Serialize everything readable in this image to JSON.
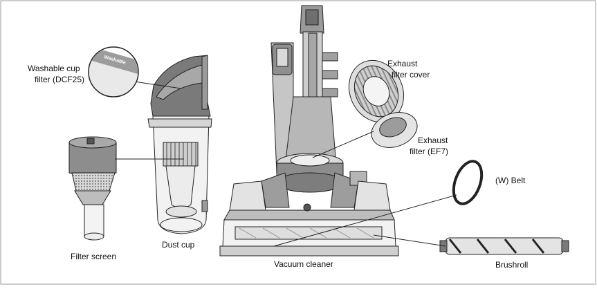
{
  "labels": {
    "washable_cup_filter": [
      "Washable cup",
      "filter (DCF25)"
    ],
    "washable_stamp": "Washable",
    "dust_cup": "Dust cup",
    "filter_screen": "Filter screen",
    "vacuum_cleaner": "Vacuum cleaner",
    "exhaust_filter_cover": [
      "Exhaust",
      "filter cover"
    ],
    "exhaust_filter": [
      "Exhaust",
      "filter (EF7)"
    ],
    "belt": "(W) Belt",
    "brushroll": "Brushroll"
  },
  "colors": {
    "line": "#222222",
    "dark_gray": "#6e6e6e",
    "mid_gray": "#a3a3a3",
    "light_gray": "#d4d4d4",
    "clear_part": "#f4f4f4",
    "frame": "#9a9a9a"
  }
}
